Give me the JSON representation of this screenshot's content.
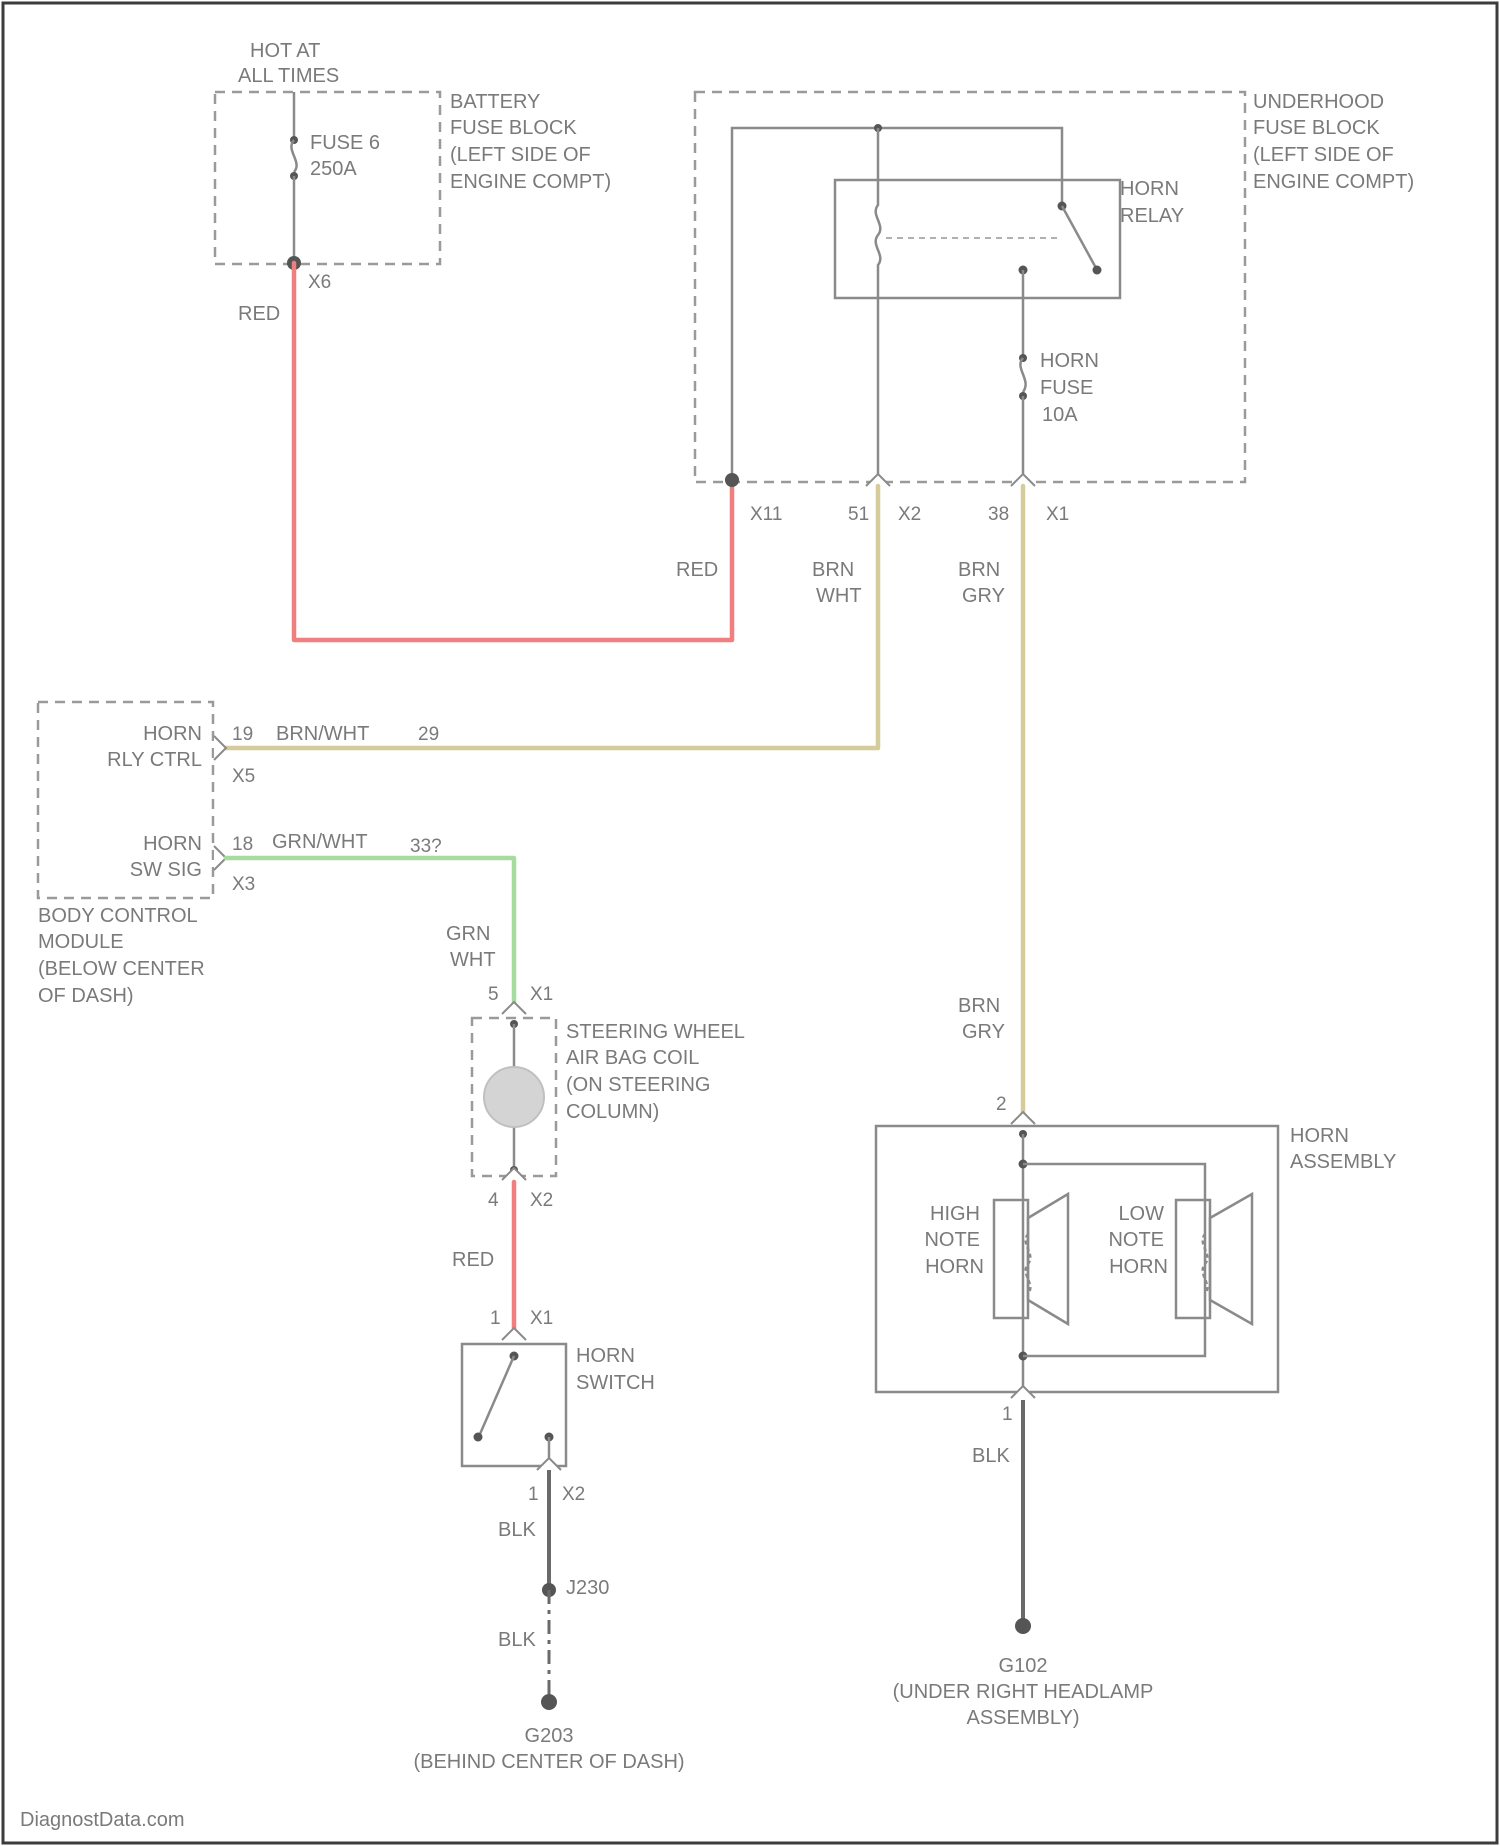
{
  "colors": {
    "background": "#ffffff",
    "frame": "#3c3c3c",
    "red_wire": "#f08080",
    "yellow_wire": "#d6cc9a",
    "green_wire": "#a6dca0",
    "gray_wire": "#9a9a9a",
    "black_wire": "#6a6a6a"
  },
  "battery_fuse_block": {
    "hot_line1": "HOT AT",
    "hot_line2": "ALL TIMES",
    "fuse_name": "FUSE 6",
    "fuse_rating": "250A",
    "name_line1": "BATTERY",
    "name_line2": "FUSE BLOCK",
    "name_line3": "(LEFT SIDE OF",
    "name_line4": "ENGINE COMPT)",
    "output_pin": "X6"
  },
  "underhood_fuse_block": {
    "name_line1": "UNDERHOOD",
    "name_line2": "FUSE BLOCK",
    "name_line3": "(LEFT SIDE OF",
    "name_line4": "ENGINE COMPT)",
    "relay_line1": "HORN",
    "relay_line2": "RELAY",
    "fuse_line1": "HORN",
    "fuse_line2": "FUSE",
    "fuse_rating": "10A",
    "pin_a": "X11",
    "pin_b": "51",
    "pin_b_conn": "X2",
    "pin_c": "38",
    "pin_c_conn": "X1"
  },
  "wires": {
    "red_batt": "RED",
    "red_feed": "RED",
    "relay_ctrl_line1": "BRN",
    "relay_ctrl_line2": "WHT",
    "horn_feed_line1": "BRN",
    "horn_feed_line2": "GRY",
    "horn_feed2_line1": "BRN",
    "horn_feed2_line2": "GRY",
    "bcm_ctrl": "BRN/WHT",
    "bcm_sw": "GRN/WHT",
    "sw_line1": "GRN",
    "sw_line2": "WHT",
    "coil_out": "RED",
    "gnd1": "BLK",
    "gnd2": "BLK",
    "horn_gnd": "BLK"
  },
  "bcm": {
    "ctrl_line1": "HORN",
    "ctrl_line2": "RLY CTRL",
    "sw_line1": "HORN",
    "sw_line2": "SW SIG",
    "ctrl_pin": "19",
    "ctrl_conn": "X5",
    "sw_pin": "18",
    "sw_conn": "X3",
    "name_line1": "BODY CONTROL",
    "name_line2": "MODULE",
    "name_line3": "(BELOW CENTER",
    "name_line4": "OF DASH)",
    "splice_ctrl": "29",
    "splice_sw": "33?"
  },
  "airbag_coil": {
    "pin_in": "5",
    "pin_in_conn": "X1",
    "pin_out": "4",
    "pin_out_conn": "X2",
    "name_line1": "STEERING WHEEL",
    "name_line2": "AIR BAG COIL",
    "name_line3": "(ON STEERING",
    "name_line4": "COLUMN)"
  },
  "horn_switch": {
    "pin_in": "1",
    "pin_in_conn": "X1",
    "pin_out": "1",
    "pin_out_conn": "X2",
    "name_line1": "HORN",
    "name_line2": "SWITCH"
  },
  "horn_assembly": {
    "pin_in": "2",
    "pin_out": "1",
    "name_line1": "HORN",
    "name_line2": "ASSEMBLY",
    "high_line1": "HIGH",
    "high_line2": "NOTE",
    "high_line3": "HORN",
    "low_line1": "LOW",
    "low_line2": "NOTE",
    "low_line3": "HORN"
  },
  "grounds": {
    "splice": "J230",
    "g1_name": "G203",
    "g1_loc": "(BEHIND CENTER OF DASH)",
    "g2_name": "G102",
    "g2_loc_line1": "(UNDER RIGHT HEADLAMP",
    "g2_loc_line2": "ASSEMBLY)"
  },
  "watermark": "DiagnostData.com"
}
